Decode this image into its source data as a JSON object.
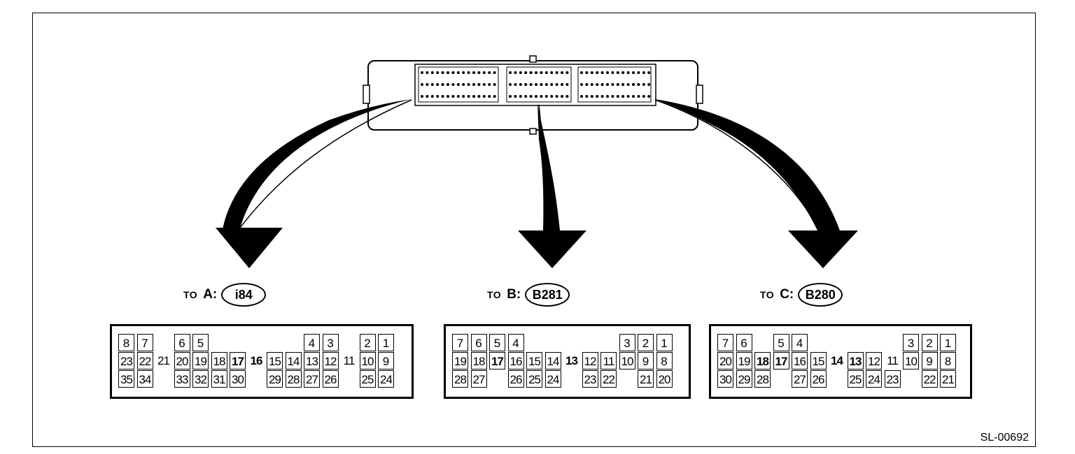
{
  "figure_code": "SL-00692",
  "connectors": [
    {
      "id": "A",
      "prefix": "TO",
      "letter": "A:",
      "code": "i84",
      "rows": [
        [
          {
            "t": "8",
            "b": 1
          },
          {
            "t": "7",
            "b": 1
          },
          {
            "t": "",
            "b": 0
          },
          {
            "t": "6",
            "b": 1
          },
          {
            "t": "5",
            "b": 1
          },
          {
            "t": "",
            "b": 0
          },
          {
            "t": "",
            "b": 0
          },
          {
            "t": "",
            "b": 0
          },
          {
            "t": "",
            "b": 0
          },
          {
            "t": "",
            "b": 0
          },
          {
            "t": "4",
            "b": 1
          },
          {
            "t": "3",
            "b": 1
          },
          {
            "t": "",
            "b": 0
          },
          {
            "t": "2",
            "b": 1
          },
          {
            "t": "1",
            "b": 1
          }
        ],
        [
          {
            "t": "23",
            "b": 1
          },
          {
            "t": "22",
            "b": 1
          },
          {
            "t": "21",
            "b": 0
          },
          {
            "t": "20",
            "b": 1
          },
          {
            "t": "19",
            "b": 1
          },
          {
            "t": "18",
            "b": 1
          },
          {
            "t": "17",
            "b": 1,
            "bold": 1
          },
          {
            "t": "16",
            "b": 0,
            "bold": 1
          },
          {
            "t": "15",
            "b": 1
          },
          {
            "t": "14",
            "b": 1
          },
          {
            "t": "13",
            "b": 1
          },
          {
            "t": "12",
            "b": 1
          },
          {
            "t": "11",
            "b": 0
          },
          {
            "t": "10",
            "b": 1
          },
          {
            "t": "9",
            "b": 1
          }
        ],
        [
          {
            "t": "35",
            "b": 1
          },
          {
            "t": "34",
            "b": 1
          },
          {
            "t": "",
            "b": 0
          },
          {
            "t": "33",
            "b": 1
          },
          {
            "t": "32",
            "b": 1
          },
          {
            "t": "31",
            "b": 1
          },
          {
            "t": "30",
            "b": 1
          },
          {
            "t": "",
            "b": 0
          },
          {
            "t": "29",
            "b": 1
          },
          {
            "t": "28",
            "b": 1
          },
          {
            "t": "27",
            "b": 1
          },
          {
            "t": "26",
            "b": 1
          },
          {
            "t": "",
            "b": 0
          },
          {
            "t": "25",
            "b": 1
          },
          {
            "t": "24",
            "b": 1
          }
        ]
      ]
    },
    {
      "id": "B",
      "prefix": "TO",
      "letter": "B:",
      "code": "B281",
      "rows": [
        [
          {
            "t": "7",
            "b": 1
          },
          {
            "t": "6",
            "b": 1
          },
          {
            "t": "5",
            "b": 1
          },
          {
            "t": "4",
            "b": 1
          },
          {
            "t": "",
            "b": 0
          },
          {
            "t": "",
            "b": 0
          },
          {
            "t": "",
            "b": 0
          },
          {
            "t": "",
            "b": 0
          },
          {
            "t": "",
            "b": 0
          },
          {
            "t": "3",
            "b": 1
          },
          {
            "t": "2",
            "b": 1
          },
          {
            "t": "1",
            "b": 1
          }
        ],
        [
          {
            "t": "19",
            "b": 1
          },
          {
            "t": "18",
            "b": 1
          },
          {
            "t": "17",
            "b": 1,
            "bold": 1
          },
          {
            "t": "16",
            "b": 1
          },
          {
            "t": "15",
            "b": 1
          },
          {
            "t": "14",
            "b": 1
          },
          {
            "t": "13",
            "b": 0,
            "bold": 1
          },
          {
            "t": "12",
            "b": 1
          },
          {
            "t": "11",
            "b": 1
          },
          {
            "t": "10",
            "b": 1
          },
          {
            "t": "9",
            "b": 1
          },
          {
            "t": "8",
            "b": 1
          }
        ],
        [
          {
            "t": "28",
            "b": 1
          },
          {
            "t": "27",
            "b": 1
          },
          {
            "t": "",
            "b": 0
          },
          {
            "t": "26",
            "b": 1
          },
          {
            "t": "25",
            "b": 1
          },
          {
            "t": "24",
            "b": 1
          },
          {
            "t": "",
            "b": 0
          },
          {
            "t": "23",
            "b": 1
          },
          {
            "t": "22",
            "b": 1
          },
          {
            "t": "",
            "b": 0
          },
          {
            "t": "21",
            "b": 1
          },
          {
            "t": "20",
            "b": 1
          }
        ]
      ]
    },
    {
      "id": "C",
      "prefix": "TO",
      "letter": "C:",
      "code": "B280",
      "rows": [
        [
          {
            "t": "7",
            "b": 1
          },
          {
            "t": "6",
            "b": 1
          },
          {
            "t": "",
            "b": 0
          },
          {
            "t": "5",
            "b": 1
          },
          {
            "t": "4",
            "b": 1
          },
          {
            "t": "",
            "b": 0
          },
          {
            "t": "",
            "b": 0
          },
          {
            "t": "",
            "b": 0
          },
          {
            "t": "",
            "b": 0
          },
          {
            "t": "",
            "b": 0
          },
          {
            "t": "3",
            "b": 1
          },
          {
            "t": "2",
            "b": 1
          },
          {
            "t": "1",
            "b": 1
          }
        ],
        [
          {
            "t": "20",
            "b": 1
          },
          {
            "t": "19",
            "b": 1
          },
          {
            "t": "18",
            "b": 1,
            "bold": 1
          },
          {
            "t": "17",
            "b": 1,
            "bold": 1
          },
          {
            "t": "16",
            "b": 1
          },
          {
            "t": "15",
            "b": 1
          },
          {
            "t": "14",
            "b": 0,
            "bold": 1
          },
          {
            "t": "13",
            "b": 1,
            "bold": 1
          },
          {
            "t": "12",
            "b": 1
          },
          {
            "t": "11",
            "b": 0
          },
          {
            "t": "10",
            "b": 1
          },
          {
            "t": "9",
            "b": 1
          },
          {
            "t": "8",
            "b": 1
          }
        ],
        [
          {
            "t": "30",
            "b": 1
          },
          {
            "t": "29",
            "b": 1
          },
          {
            "t": "28",
            "b": 1
          },
          {
            "t": "",
            "b": 0
          },
          {
            "t": "27",
            "b": 1
          },
          {
            "t": "26",
            "b": 1
          },
          {
            "t": "",
            "b": 0
          },
          {
            "t": "25",
            "b": 1
          },
          {
            "t": "24",
            "b": 1
          },
          {
            "t": "23",
            "b": 1
          },
          {
            "t": "",
            "b": 0
          },
          {
            "t": "22",
            "b": 1
          },
          {
            "t": "21",
            "b": 1
          }
        ]
      ]
    }
  ]
}
